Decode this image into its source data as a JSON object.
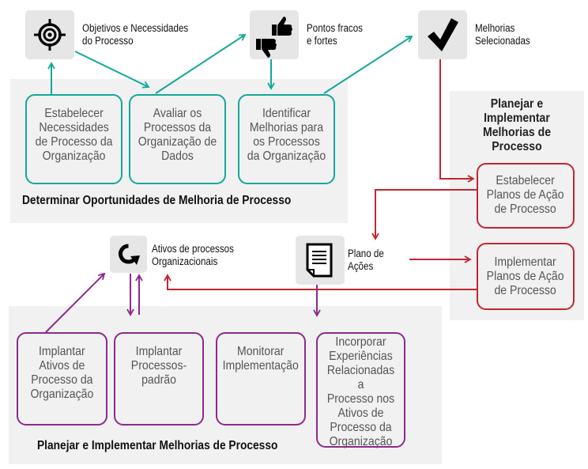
{
  "colors": {
    "teal": "#13a89a",
    "red": "#c3262e",
    "purple": "#8e2a8b",
    "panel": "#f1f1f1",
    "icon_bg": "#e6e6e7"
  },
  "icons": {
    "objectives": {
      "icon": "target-icon",
      "label_line1": "Objetivos e Necessidades",
      "label_line2": "do Processo"
    },
    "strengths": {
      "icon": "thumbs-up-down-icon",
      "label_line1": "Pontos fracos",
      "label_line2": "e fortes"
    },
    "selected": {
      "icon": "checkmark-icon",
      "label_line1": "Melhorias",
      "label_line2": "Selecionadas"
    },
    "assets": {
      "icon": "refresh-icon",
      "label_line1": "Ativos de processos",
      "label_line2": "Organizacionais"
    },
    "plan": {
      "icon": "document-icon",
      "label_line1": "Plano de",
      "label_line2": "Ações"
    }
  },
  "determine": {
    "caption": "Determinar Oportunidades de Melhoria de Processo",
    "boxes": [
      {
        "label": "Estabelecer\nNecessidades\nde Processo da\nOrganização"
      },
      {
        "label": "Avaliar os\nProcessos da\nOrganização de\nDados"
      },
      {
        "label": "Identificar\nMelhorias para\nos Processos\nda Organização"
      }
    ]
  },
  "plan_right": {
    "caption": "Planejar e\nImplementar\nMelhorias de\nProcesso",
    "boxes": [
      {
        "label": "Estabelecer\nPlanos de Ação\nde Processo"
      },
      {
        "label": "Implementar\nPlanos de Ação\nde Processo"
      }
    ]
  },
  "deploy": {
    "caption": "Planejar e Implementar Melhorias de Processo",
    "boxes": [
      {
        "label": "Implantar\nAtivos de\nProcesso da\nOrganização"
      },
      {
        "label": "Implantar\nProcessos-\npadrão"
      },
      {
        "label": "Monitorar\nImplementação"
      },
      {
        "label": "Incorporar\nExperiências\nRelacionadas a\nProcesso nos\nAtivos de\nProcesso da\nOrganização"
      }
    ]
  }
}
